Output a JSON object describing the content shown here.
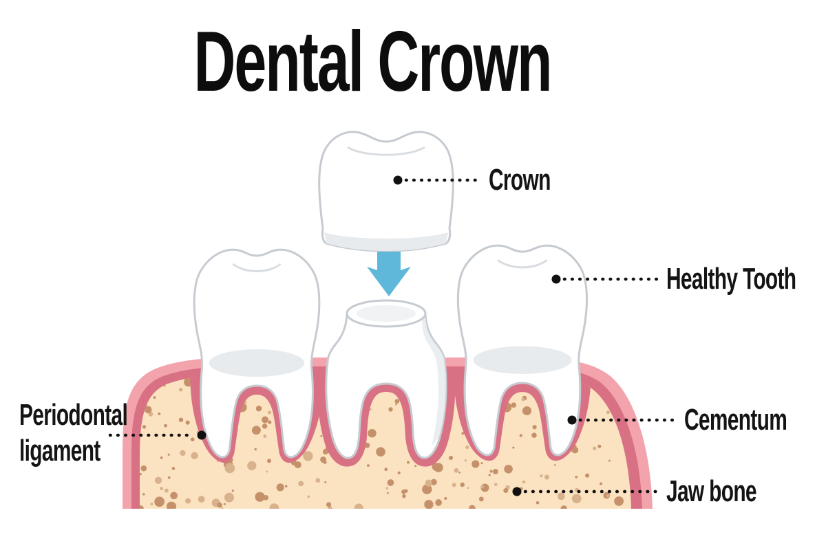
{
  "title": "Dental Crown",
  "labels": {
    "crown": "Crown",
    "healthy_tooth": "Healthy Tooth",
    "cementum": "Cementum",
    "jaw_bone": "Jaw bone",
    "periodontal_ligament": "Periodontal ligament"
  },
  "colors": {
    "ink": "#111111",
    "arrow_blue": "#5FB8DA",
    "bone_cream": "#FBE3C1",
    "pink_light": "#F3A3AC",
    "pink_dark": "#D97184",
    "speckle_brown": "#C4916B",
    "speckle_light": "#D8B28C",
    "tooth_white": "#FFFFFF",
    "tooth_outline": "#C6CBD1",
    "tooth_shade": "#E8EBEE"
  }
}
